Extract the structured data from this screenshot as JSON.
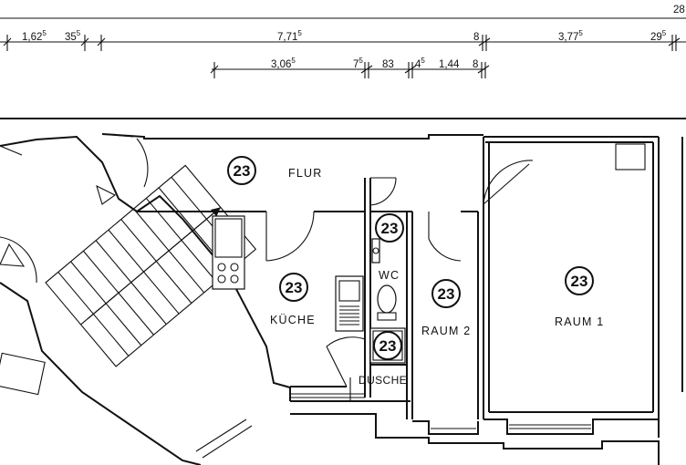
{
  "dimensions": {
    "top_right": "28",
    "row1": [
      {
        "id": "d1",
        "main": "1,62",
        "sup": "5"
      },
      {
        "id": "d2",
        "main": "35",
        "sup": "5"
      },
      {
        "id": "d3",
        "main": "7,71",
        "sup": "5"
      },
      {
        "id": "d4",
        "main": "8",
        "sup": ""
      },
      {
        "id": "d5",
        "main": "3,77",
        "sup": "5"
      },
      {
        "id": "d6",
        "main": "29",
        "sup": "5"
      }
    ],
    "row2": [
      {
        "id": "e1",
        "main": "3,06",
        "sup": "5"
      },
      {
        "id": "e2",
        "main": "7",
        "sup": "5"
      },
      {
        "id": "e3",
        "main": "83",
        "sup": ""
      },
      {
        "id": "e4",
        "main": "4",
        "sup": "5"
      },
      {
        "id": "e5",
        "main": "1,44",
        "sup": ""
      },
      {
        "id": "e6",
        "main": "8",
        "sup": ""
      }
    ]
  },
  "rooms": {
    "flur": "FLUR",
    "kueche": "KÜCHE",
    "wc": "WC",
    "raum2": "RAUM 2",
    "raum1": "RAUM 1",
    "dusche": "DUSCHE"
  },
  "badges": {
    "flur": "23",
    "kueche": "23",
    "wc": "23",
    "dusche": "23",
    "raum2": "23",
    "raum1": "23"
  }
}
